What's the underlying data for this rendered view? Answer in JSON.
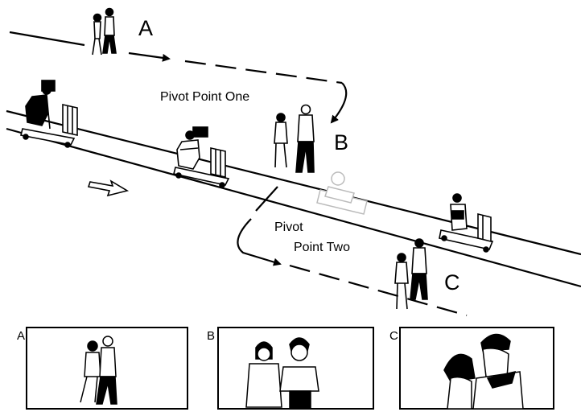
{
  "main_diagram": {
    "position_labels": {
      "a": "A",
      "b": "B",
      "c": "C"
    },
    "pivot_one": "Pivot Point One",
    "pivot_two_line1": "Pivot",
    "pivot_two_line2": "Point Two",
    "ink_color": "#000000"
  },
  "insets": [
    {
      "label": "A"
    },
    {
      "label": "B"
    },
    {
      "label": "C"
    }
  ]
}
